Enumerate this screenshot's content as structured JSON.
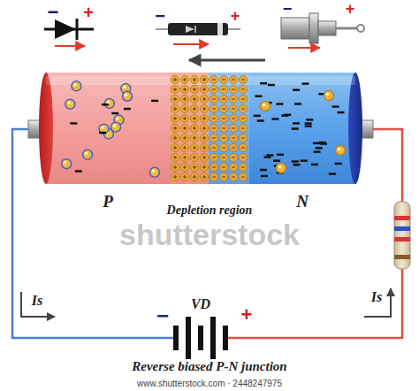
{
  "diagram": {
    "caption": "Reverse biased P-N junction",
    "nodes": [
      {
        "text": [
          "P"
        ]
      },
      {
        "text": [
          "Depletion region"
        ]
      },
      {
        "text": [
          "N"
        ]
      },
      {
        "text": [
          "VD"
        ]
      }
    ],
    "labels": [
      "−",
      "+",
      "−",
      "+",
      "−",
      "+",
      "−",
      "+",
      "Is",
      "Is",
      "shutterstock",
      "www.shutterstock.com · 2448247975"
    ]
  }
}
